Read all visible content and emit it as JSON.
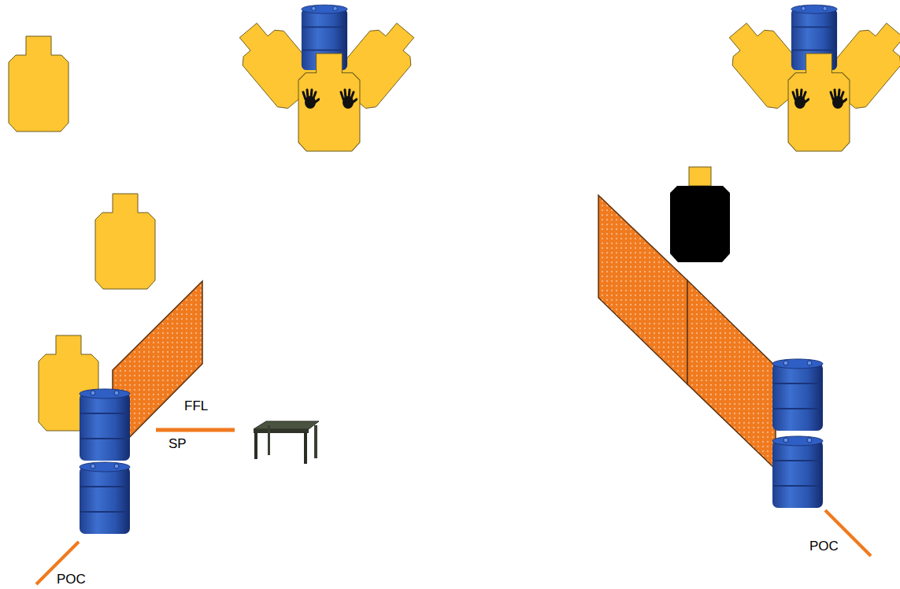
{
  "diagram": {
    "labels": [
      "FFL",
      "SP",
      "POC",
      "POC"
    ]
  }
}
